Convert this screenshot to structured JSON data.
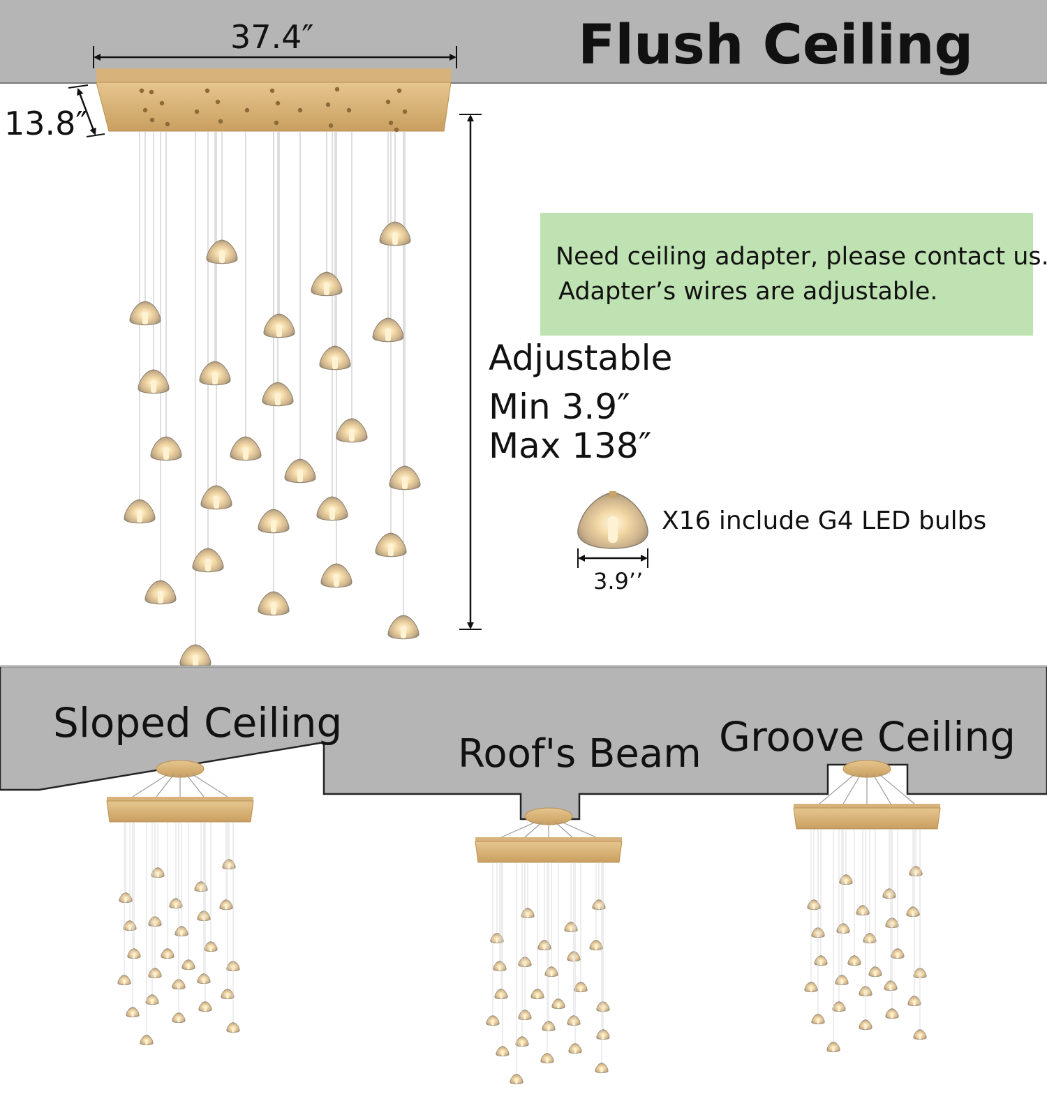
{
  "title": "Flush Ceiling",
  "dimensions": {
    "canopy_width": "37.4″",
    "canopy_depth": "13.8″",
    "bulb_width": "3.9’’"
  },
  "note": {
    "line1": "Need ceiling adapter, please contact us.",
    "line2": "Adapter’s wires are adjustable."
  },
  "adjustable": {
    "label": "Adjustable",
    "min": "Min 3.9″",
    "max": "Max 138″"
  },
  "bulb_count_text": "X16 include G4 LED bulbs",
  "installations": {
    "sloped": "Sloped Ceiling",
    "beam": "Roof's Beam",
    "groove": "Groove Ceiling"
  },
  "colors": {
    "ceiling_gray": "#b5b5b5",
    "gold": "#d9b57a",
    "note_green": "#bfe2b2"
  }
}
